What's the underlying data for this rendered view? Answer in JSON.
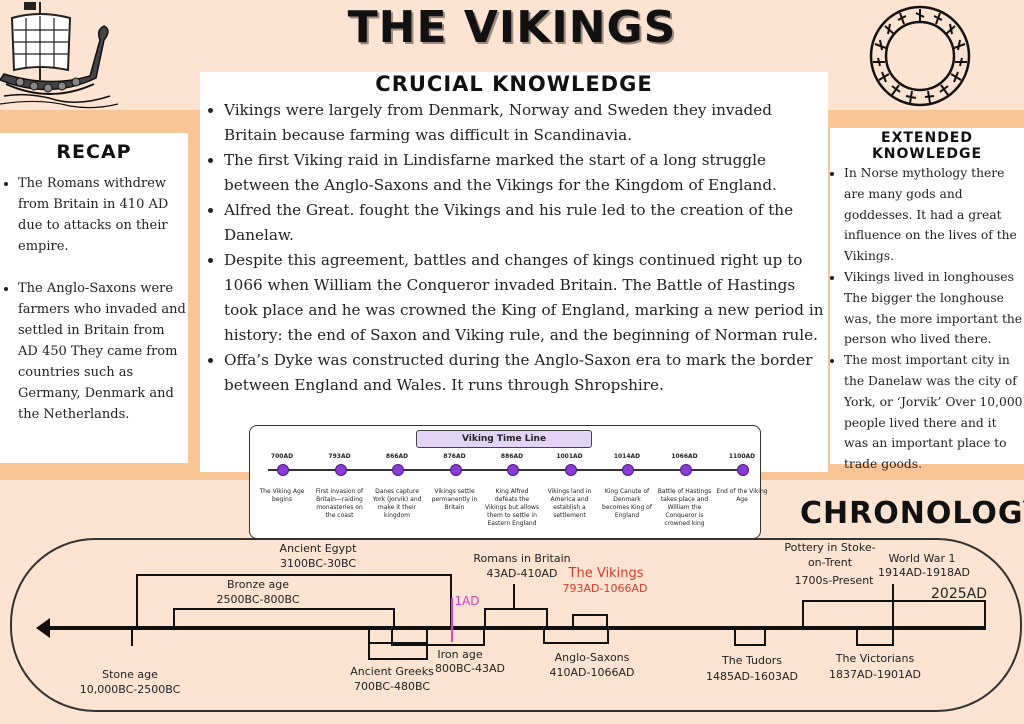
{
  "title": "THE VIKINGS",
  "recap": {
    "heading": "RECAP",
    "items": [
      "The Romans withdrew from Britain in 410 AD due to attacks on their empire.",
      "The Anglo-Saxons were farmers who invaded and settled in Britain from AD 450 They came from countries such as Germany, Denmark and the Netherlands."
    ]
  },
  "crucial": {
    "heading": "CRUCIAL KNOWLEDGE",
    "items": [
      "Vikings were largely from Denmark, Norway and Sweden they invaded Britain because farming was difficult in Scandinavia.",
      "The first Viking raid in Lindisfarne marked the start of a long struggle between the Anglo-Saxons and the Vikings for the Kingdom of England.",
      "Alfred the Great. fought the Vikings and his rule led to the creation of the Danelaw.",
      "Despite this agreement, battles and changes of kings continued right up to 1066 when William the Conqueror invaded Britain. The Battle of Hastings took place and he was crowned the King of England, marking a new period in history: the end of Saxon and Viking rule, and the beginning of Norman rule.",
      "Offa’s Dyke was constructed during the Anglo-Saxon era to mark the border between England and Wales. It runs through Shropshire."
    ]
  },
  "extended": {
    "heading": "EXTENDED KNOWLEDGE",
    "items": [
      "In Norse mythology there are many gods and goddesses. It had a great influence on the lives of the Vikings.",
      "Vikings lived in longhouses The bigger the longhouse was, the more important the person who lived there.",
      "The most important city in the Danelaw was the city of York, or ‘Jorvik’ Over 10,000 people lived there and it was an important place to trade goods."
    ]
  },
  "timeline": {
    "title": "Viking Time Line",
    "events": [
      {
        "year": "700AD",
        "text": "The Viking Age begins"
      },
      {
        "year": "793AD",
        "text": "First invasion of Britain—raiding monasteries on the coast"
      },
      {
        "year": "866AD",
        "text": "Danes capture York (Jorvik) and make it their kingdom"
      },
      {
        "year": "876AD",
        "text": "Vikings settle permanently in Britain"
      },
      {
        "year": "886AD",
        "text": "King Alfred defeats the Vikings but allows them to settle in Eastern England"
      },
      {
        "year": "1001AD",
        "text": "Vikings land in America and establish a settlement"
      },
      {
        "year": "1014AD",
        "text": "King Canute of Denmark becomes King of England"
      },
      {
        "year": "1066AD",
        "text": "Battle of Hastings takes place and William the Conqueror is crowned king"
      },
      {
        "year": "1100AD",
        "text": "End of the Viking Age"
      }
    ]
  },
  "chronology": {
    "heading": "CHRONOLOGY",
    "periods": {
      "stone_age": {
        "name": "Stone age",
        "dates": "10,000BC-2500BC"
      },
      "ancient_egypt": {
        "name": "Ancient Egypt",
        "dates": "3100BC-30BC"
      },
      "bronze_age": {
        "name": "Bronze age",
        "dates": "2500BC-800BC"
      },
      "ancient_greeks": {
        "name": "Ancient Greeks",
        "dates": "700BC-480BC"
      },
      "iron_age": {
        "name": "Iron age",
        "dates": "800BC-43AD"
      },
      "marker_1ad": "1AD",
      "romans": {
        "name": "Romans in Britain",
        "dates": "43AD-410AD"
      },
      "vikings": {
        "name": "The Vikings",
        "dates": "793AD-1066AD"
      },
      "anglo_saxons": {
        "name": "Anglo-Saxons",
        "dates": "410AD-1066AD"
      },
      "tudors": {
        "name": "The Tudors",
        "dates": "1485AD-1603AD"
      },
      "pottery": {
        "name": "Pottery in Stoke-on-Trent",
        "dates": "1700s-Present"
      },
      "victorians": {
        "name": "The Victorians",
        "dates": "1837AD-1901AD"
      },
      "ww1": {
        "name": "World War 1",
        "dates": "1914AD-1918AD"
      },
      "now": "2025AD"
    }
  },
  "colors": {
    "band": "#f9c596",
    "background": "#fce3d2",
    "vikings_accent": "#e0392b",
    "marker_1ad": "#e040c8",
    "timeline_dot": "#8a3bd6"
  },
  "icons": [
    "viking-ship-icon",
    "rune-circle-icon"
  ]
}
